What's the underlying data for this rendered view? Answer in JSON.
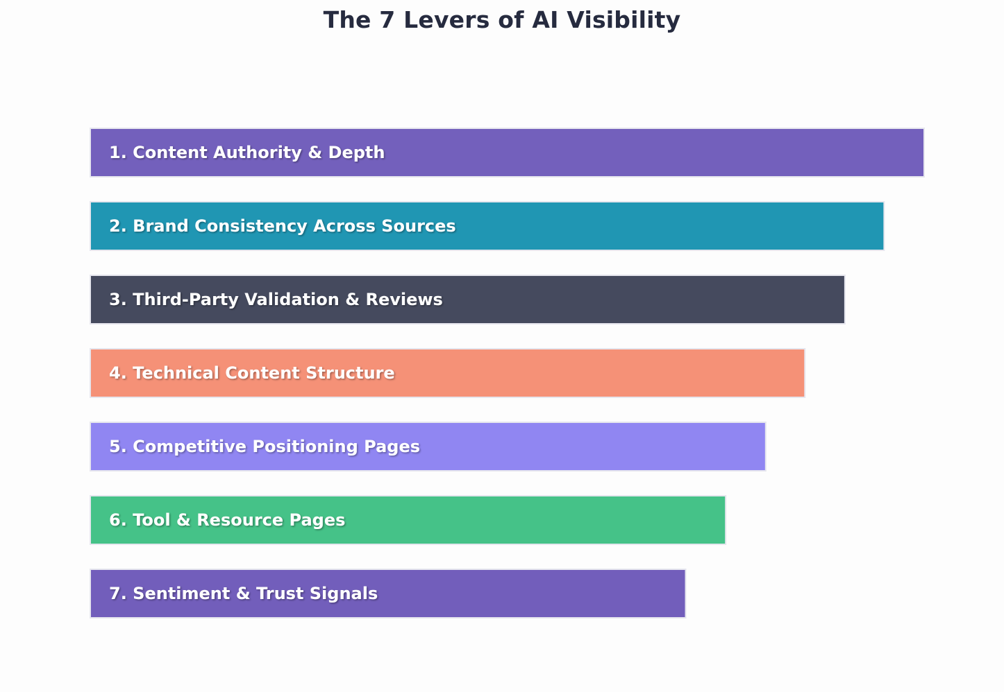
{
  "chart_data": {
    "type": "bar",
    "orientation": "horizontal",
    "title": "The 7 Levers of AI Visibility",
    "categories": [
      "1. Content Authority & Depth",
      "2. Brand Consistency Across Sources",
      "3. Third-Party Validation & Reviews",
      "4. Technical Content Structure",
      "5. Competitive Positioning Pages",
      "6. Tool & Resource Pages",
      "7. Sentiment & Trust Signals"
    ],
    "values": [
      100,
      95.2,
      90.5,
      85.7,
      81.0,
      76.2,
      71.4
    ],
    "colors": [
      "#7360bc",
      "#2096b3",
      "#454a5e",
      "#f59177",
      "#9086f2",
      "#45c288",
      "#725ebb"
    ],
    "xlim": [
      0,
      100
    ],
    "grid": false,
    "legend": "none"
  }
}
